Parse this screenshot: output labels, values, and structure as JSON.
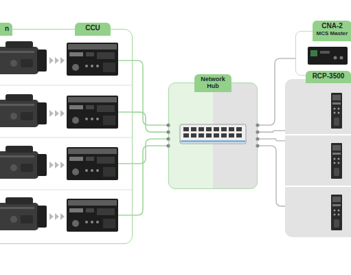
{
  "diagram": {
    "nodes": [
      {
        "text": [
          "CCU"
        ]
      },
      {
        "text": [
          "Network Hub"
        ]
      },
      {
        "text": [
          "CNA-2",
          "MCS Master"
        ]
      },
      {
        "text": [
          "RCP-3500"
        ]
      }
    ],
    "edges": [
      {
        "from": 0,
        "to": 1,
        "arrow": "none"
      },
      {
        "from": 0,
        "to": 1,
        "arrow": "none"
      },
      {
        "from": 0,
        "to": 1,
        "arrow": "none"
      },
      {
        "from": 0,
        "to": 1,
        "arrow": "none"
      },
      {
        "from": 1,
        "to": 2,
        "arrow": "none"
      },
      {
        "from": 1,
        "to": 3,
        "arrow": "none"
      },
      {
        "from": 1,
        "to": 3,
        "arrow": "none"
      },
      {
        "from": 1,
        "to": 3,
        "arrow": "none"
      }
    ],
    "labels": [
      "n"
    ]
  }
}
